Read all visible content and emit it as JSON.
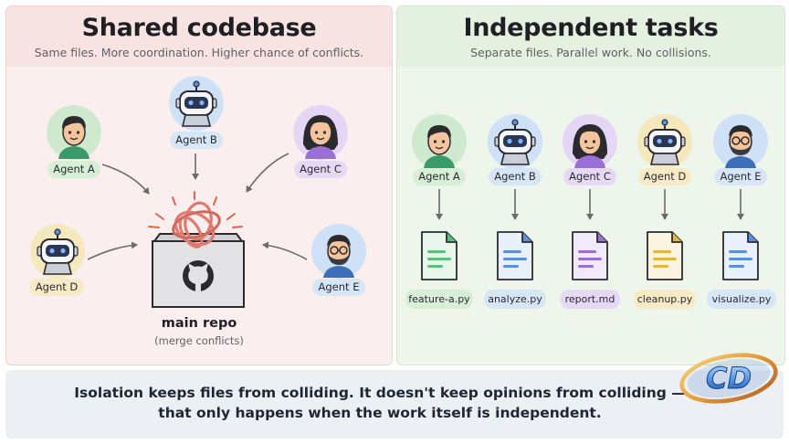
{
  "shared": {
    "title": "Shared codebase",
    "subtitle": "Same files. More coordination. Higher chance of conflicts.",
    "agents": [
      {
        "label": "Agent A",
        "kind": "human",
        "accent": "#cfe9cf",
        "pill": "#d6efd6"
      },
      {
        "label": "Agent B",
        "kind": "robot",
        "accent": "#cfe1f6",
        "pill": "#d7e6f7"
      },
      {
        "label": "Agent C",
        "kind": "human-long-hair",
        "accent": "#e4d6f4",
        "pill": "#e6d9f5"
      },
      {
        "label": "Agent D",
        "kind": "robot",
        "accent": "#f6e8bd",
        "pill": "#f7ebc6"
      },
      {
        "label": "Agent E",
        "kind": "human-glasses-beard",
        "accent": "#cfe1f6",
        "pill": "#d7e6f7"
      }
    ],
    "repo_label": "main repo",
    "repo_sublabel": "(merge conflicts)",
    "repo_icon": "github-icon",
    "conflict_icon": "tangled-knot-icon"
  },
  "independent": {
    "title": "Independent tasks",
    "subtitle": "Separate files. Parallel work. No collisions.",
    "agents": [
      {
        "label": "Agent A",
        "kind": "human",
        "accent": "#cfe9cf",
        "pill": "#d6efd6",
        "file": "feature-a.py",
        "file_color": "#5bbf7a",
        "file_bg": "#e9f6ec",
        "file_pill": "#d6efd6"
      },
      {
        "label": "Agent B",
        "kind": "robot",
        "accent": "#cfe1f6",
        "pill": "#d7e6f7",
        "file": "analyze.py",
        "file_color": "#5b8fe0",
        "file_bg": "#e8f0fb",
        "file_pill": "#d7e6f7"
      },
      {
        "label": "Agent C",
        "kind": "human-long-hair",
        "accent": "#e4d6f4",
        "pill": "#e6d9f5",
        "file": "report.md",
        "file_color": "#9a6fd8",
        "file_bg": "#f1eafb",
        "file_pill": "#e6d9f5"
      },
      {
        "label": "Agent D",
        "kind": "robot",
        "accent": "#f6e8bd",
        "pill": "#f7ebc6",
        "file": "cleanup.py",
        "file_color": "#e4b53d",
        "file_bg": "#fbf4e1",
        "file_pill": "#f7ebc6"
      },
      {
        "label": "Agent E",
        "kind": "human-glasses-beard",
        "accent": "#cfe1f6",
        "pill": "#d7e6f7",
        "file": "visualize.py",
        "file_color": "#5b8fe0",
        "file_bg": "#e8f0fb",
        "file_pill": "#d7e6f7"
      }
    ]
  },
  "footer": {
    "line1": "Isolation keeps files from colliding. It doesn't keep opinions from colliding —",
    "line2": "that only happens when the work itself is independent."
  },
  "logo": {
    "text": "CD",
    "icon": "cd-logo-icon"
  },
  "colors": {
    "arrow": "#6b6b6b",
    "knot": "#e07a6e",
    "spark": "#e0654f"
  }
}
